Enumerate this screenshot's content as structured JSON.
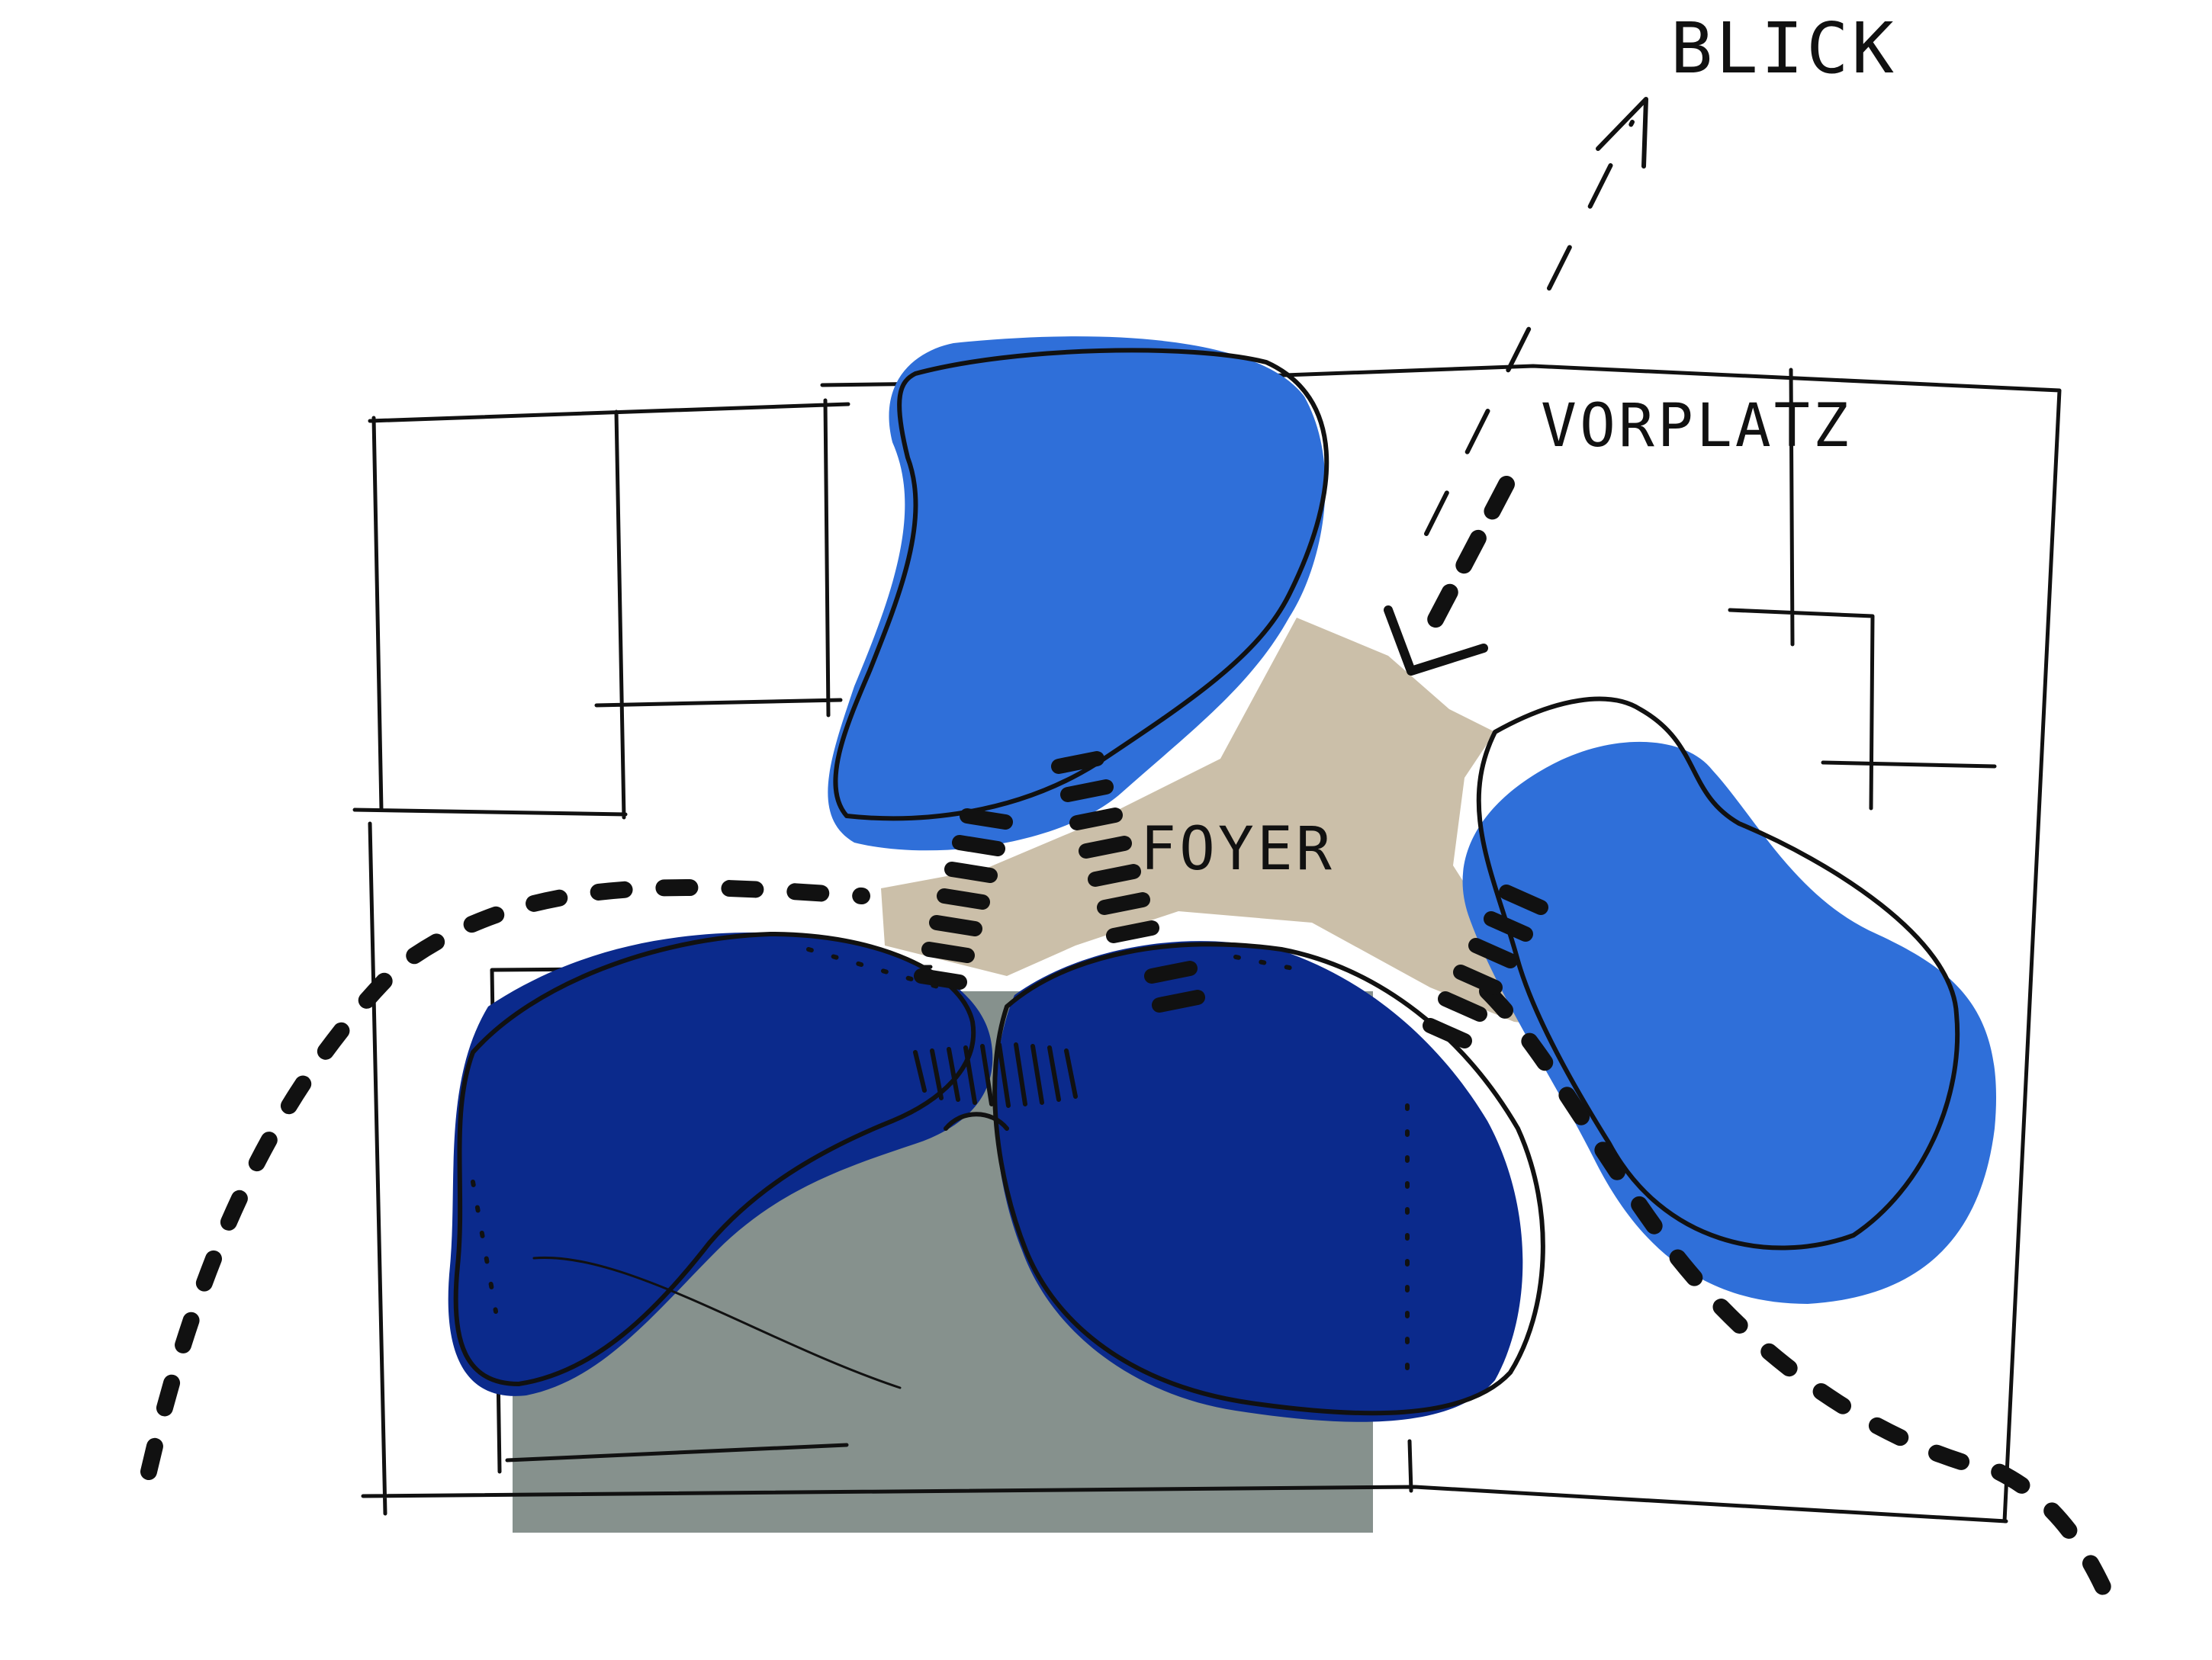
{
  "labels": {
    "view": "BLICK",
    "forecourt": "VORPLATZ",
    "foyer": "FOYER"
  },
  "colors": {
    "paper": "#ffffff",
    "ink": "#111111",
    "light_blue": "#2f6fd9",
    "dark_blue": "#0b2a8c",
    "foyer_beige": "#cbbfa9",
    "grey_block": "#86918d"
  },
  "icons": {
    "view_arrow": "arrow-up-right-icon",
    "entry_arrow": "arrow-down-left-icon"
  }
}
